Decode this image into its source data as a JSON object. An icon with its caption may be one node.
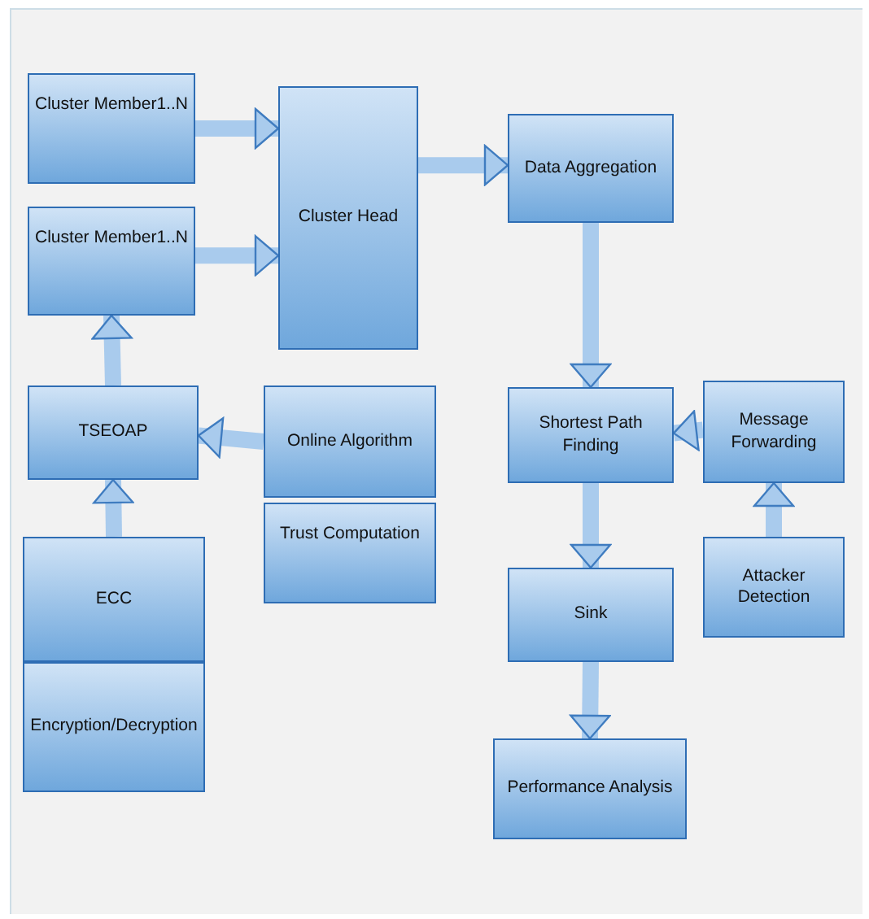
{
  "diagram": {
    "nodes": [
      {
        "text": [
          "Cluster Member1..N"
        ]
      },
      {
        "text": [
          "Cluster Member1..N"
        ]
      },
      {
        "text": [
          "Cluster Head"
        ]
      },
      {
        "text": [
          "Data Aggregation"
        ]
      },
      {
        "text": [
          "TSEOAP"
        ]
      },
      {
        "text": [
          "Online Algorithm"
        ]
      },
      {
        "text": [
          "Trust Computation"
        ]
      },
      {
        "text": [
          "ECC"
        ]
      },
      {
        "text": [
          "Encryption/Decryption"
        ]
      },
      {
        "text": [
          "Shortest Path Finding"
        ]
      },
      {
        "text": [
          "Message Forwarding"
        ]
      },
      {
        "text": [
          "Sink"
        ]
      },
      {
        "text": [
          "Attacker Detection"
        ]
      },
      {
        "text": [
          "Performance Analysis"
        ]
      }
    ],
    "edges": [
      {
        "from": 0,
        "to": 2,
        "arrow": "to"
      },
      {
        "from": 1,
        "to": 2,
        "arrow": "to"
      },
      {
        "from": 2,
        "to": 3,
        "arrow": "to"
      },
      {
        "from": 3,
        "to": 9,
        "arrow": "to"
      },
      {
        "from": 10,
        "to": 9,
        "arrow": "to"
      },
      {
        "from": 12,
        "to": 10,
        "arrow": "to"
      },
      {
        "from": 9,
        "to": 11,
        "arrow": "to"
      },
      {
        "from": 11,
        "to": 13,
        "arrow": "to"
      },
      {
        "from": 5,
        "to": 4,
        "arrow": "to"
      },
      {
        "from": 4,
        "to": 1,
        "arrow": "to"
      },
      {
        "from": 7,
        "to": 4,
        "arrow": "to"
      }
    ]
  }
}
